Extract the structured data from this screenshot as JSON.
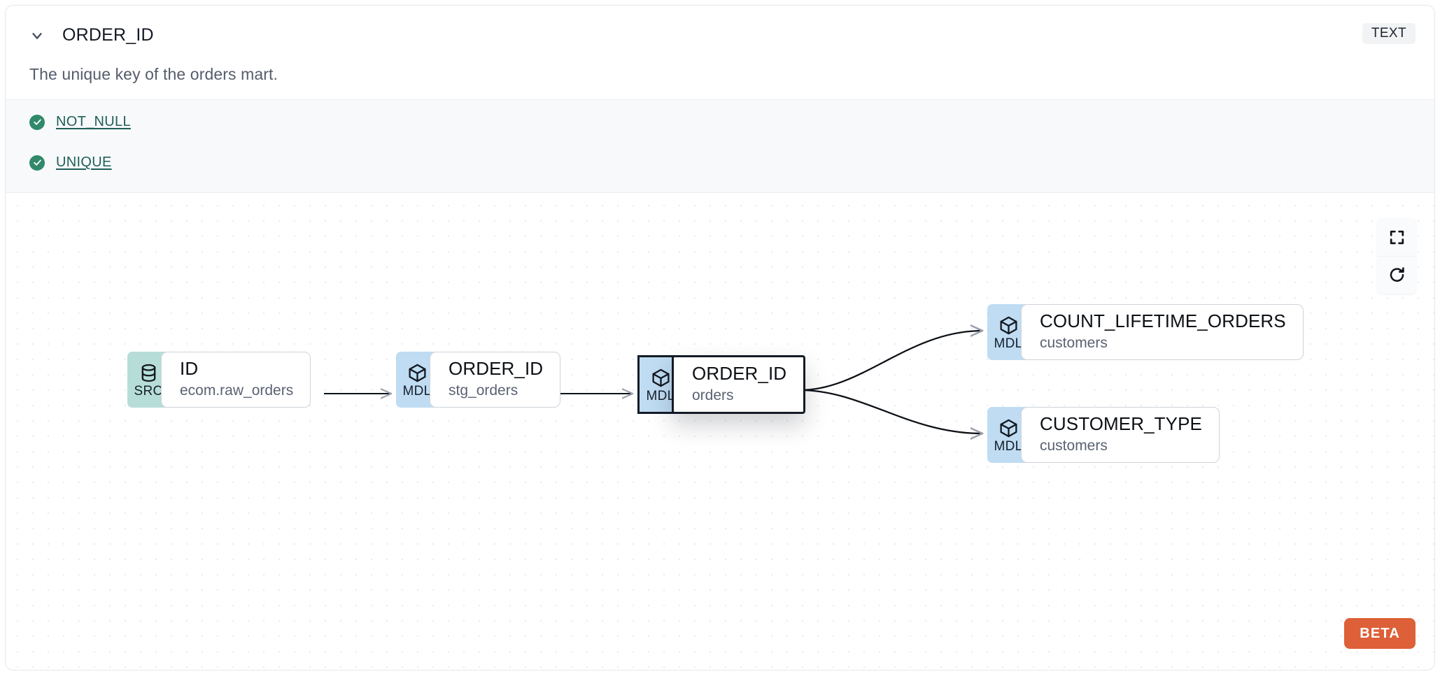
{
  "header": {
    "collapse_icon": "chevron-down-icon",
    "title": "ORDER_ID",
    "type_badge": "TEXT"
  },
  "description": "The unique key of the orders mart.",
  "tests": {
    "items": [
      {
        "label": "NOT_NULL",
        "status": "passed",
        "status_icon": "check-circle-icon"
      },
      {
        "label": "UNIQUE",
        "status": "passed",
        "status_icon": "check-circle-icon"
      }
    ],
    "pass_color": "#31896a",
    "link_color": "#1f5f57"
  },
  "lineage": {
    "nodes": [
      {
        "id": "src",
        "badge": "SRC",
        "badge_icon": "database-icon",
        "name": "ID",
        "subtitle": "ecom.raw_orders",
        "badge_color": "#b7ddd8",
        "selected": false
      },
      {
        "id": "stg",
        "badge": "MDL",
        "badge_icon": "cube-icon",
        "name": "ORDER_ID",
        "subtitle": "stg_orders",
        "badge_color": "#bfdcf2",
        "selected": false
      },
      {
        "id": "orders",
        "badge": "MDL",
        "badge_icon": "cube-icon",
        "name": "ORDER_ID",
        "subtitle": "orders",
        "badge_color": "#bfdcf2",
        "selected": true
      },
      {
        "id": "count",
        "badge": "MDL",
        "badge_icon": "cube-icon",
        "name": "COUNT_LIFETIME_ORDERS",
        "subtitle": "customers",
        "badge_color": "#bfdcf2",
        "selected": false
      },
      {
        "id": "custtype",
        "badge": "MDL",
        "badge_icon": "cube-icon",
        "name": "CUSTOMER_TYPE",
        "subtitle": "customers",
        "badge_color": "#bfdcf2",
        "selected": false
      }
    ],
    "edges": [
      {
        "from": "src",
        "to": "stg"
      },
      {
        "from": "stg",
        "to": "orders"
      },
      {
        "from": "orders",
        "to": "count"
      },
      {
        "from": "orders",
        "to": "custtype"
      }
    ],
    "controls": [
      {
        "id": "fit-view",
        "icon": "fullscreen-icon"
      },
      {
        "id": "reset",
        "icon": "refresh-icon"
      }
    ],
    "beta_label": "BETA",
    "beta_color": "#dd6038"
  }
}
